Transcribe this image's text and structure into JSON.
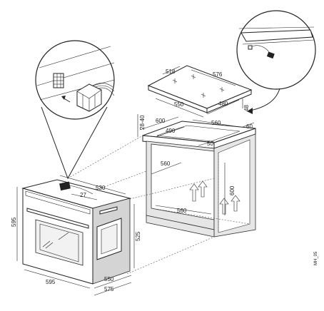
{
  "hob": {
    "depth_top": "518",
    "width_top": "576",
    "cutout_width": "550",
    "cutout_depth": "480",
    "height_side": "48"
  },
  "cabinet": {
    "worktop_depth": "600",
    "cutout_depth": "490",
    "cutout_width": "560",
    "rear_gap": "60",
    "front_gap": "50",
    "worktop_thickness": "28-40",
    "inner_width": "560",
    "inner_height": "600",
    "bottom_width": "560"
  },
  "oven": {
    "depth": "530",
    "panel_depth": "27",
    "height": "595",
    "width": "595",
    "door_height": "525",
    "depth_body": "550",
    "depth_total": "575"
  },
  "side_code": "MH_05"
}
